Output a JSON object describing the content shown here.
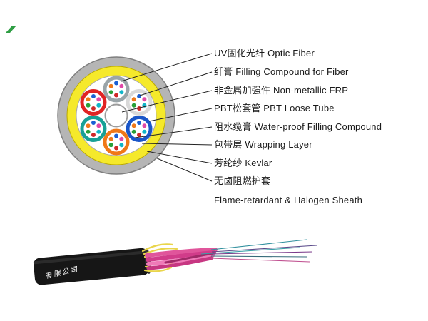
{
  "corner_mark_color": "#2f9e44",
  "diagram": {
    "sheath_color": "#b5b5b5",
    "kevlar_color": "#f5e92b",
    "tubes": [
      {
        "name": "loose-tube-top",
        "color": "#9aa4a8"
      },
      {
        "name": "loose-tube-upper-right",
        "color": "#d9d9d9"
      },
      {
        "name": "loose-tube-right",
        "color": "#1a56c8"
      },
      {
        "name": "loose-tube-bottom",
        "color": "#f07818"
      },
      {
        "name": "loose-tube-lower-left",
        "color": "#18a096"
      },
      {
        "name": "loose-tube-upper-left",
        "color": "#e02424"
      }
    ],
    "fiber_colors": [
      "#1a5fd4",
      "#f07818",
      "#28a038",
      "#d02828",
      "#10b4c8",
      "#e048a8"
    ]
  },
  "labels": [
    {
      "text": "UV固化光纤 Optic Fiber"
    },
    {
      "text": "纤膏 Filling Compound for Fiber"
    },
    {
      "text": "非金属加强件 Non-metallic FRP"
    },
    {
      "text": "PBT松套管 PBT Loose Tube"
    },
    {
      "text": "阻水缆膏 Water-proof Filling Compound"
    },
    {
      "text": "包带层 Wrapping Layer"
    },
    {
      "text": "芳纶纱 Kevlar"
    },
    {
      "text": "无卤阻燃护套"
    },
    {
      "text": "Flame-retardant & Halogen Sheath"
    }
  ],
  "photo": {
    "jacket_text": "有限公司",
    "jacket_color": "#161616",
    "tube_bundle_color": "#e0559b",
    "kevlar_strand_color": "#e9d54b"
  }
}
